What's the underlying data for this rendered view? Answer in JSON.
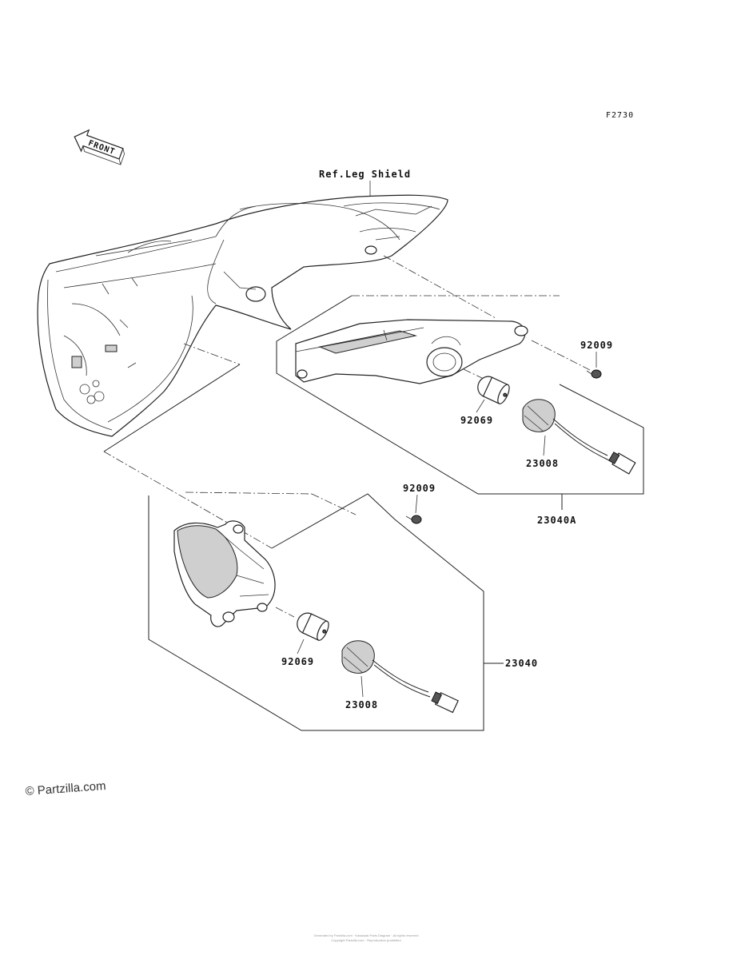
{
  "diagram_code": "F2730",
  "front_label": "FRONT",
  "ref_label": "Ref.Leg Shield",
  "callouts": {
    "screw_upper": "92009",
    "bulb_upper": "92069",
    "socket_upper": "23008",
    "assy_upper": "23040A",
    "screw_lower": "92009",
    "bulb_lower": "92069",
    "socket_lower": "23008",
    "assy_lower": "23040"
  },
  "watermark": "© Partzilla.com",
  "footer_line1": "Generated by Partzilla.com · Kawasaki Parts Diagram · All rights reserved",
  "footer_line2": "Copyright Partzilla.com · Reproduction prohibited"
}
